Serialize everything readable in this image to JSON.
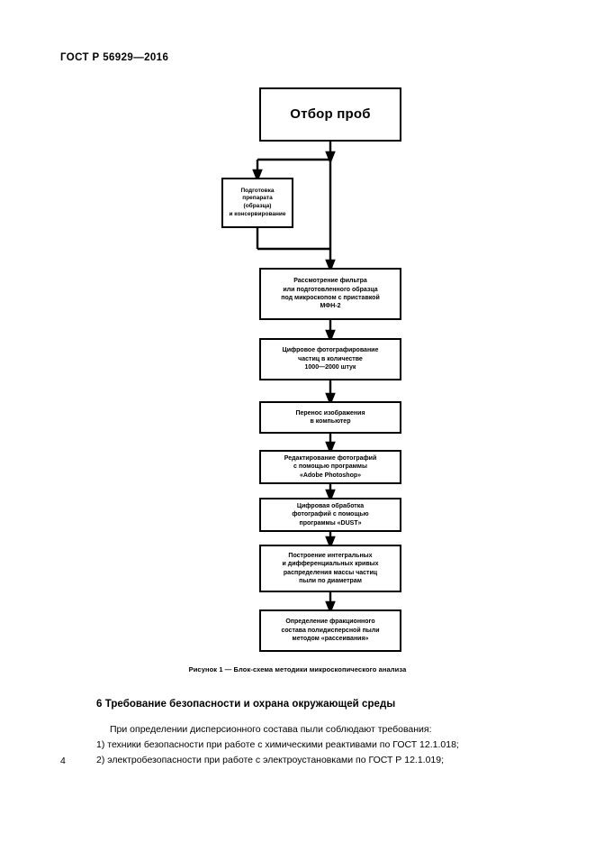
{
  "document": {
    "header": "ГОСТ Р 56929—2016",
    "page_number": "4"
  },
  "figure": {
    "caption": "Рисунок 1 — Блок-схема методики микроскопического анализа",
    "nodes": [
      {
        "id": "sampling",
        "text": "Отбор проб"
      },
      {
        "id": "prep",
        "text": "Подготовка\nпрепарата\n(образца)\nи консервирование"
      },
      {
        "id": "microscope",
        "text": "Рассмотрение фильтра\nили подготовленного образца\nпод микроскопом с приставкой\nМФН-2"
      },
      {
        "id": "photo",
        "text": "Цифровое фотографирование\nчастиц в количестве\n1000—2000 штук"
      },
      {
        "id": "transfer",
        "text": "Перенос изображения\nв компьютер"
      },
      {
        "id": "photoshop",
        "text": "Редактирование фотографий\nс помощью программы\n«Adobe Photoshop»"
      },
      {
        "id": "dust",
        "text": "Цифровая обработка\nфотографий с помощью\nпрограммы «DUST»"
      },
      {
        "id": "curves",
        "text": "Построение интегральных\nи дифференциальных кривых\nраспределения массы частиц\nпыли по диаметрам"
      },
      {
        "id": "fraction",
        "text": "Определение фракционного\nсостава полидисперсной пыли\nметодом «рассеивания»"
      }
    ]
  },
  "section": {
    "heading": "6 Требование безопасности и охрана окружающей среды",
    "lines": [
      "При определении дисперсионного состава пыли соблюдают требования:",
      "1) техники безопасности при работе с химическими реактивами по ГОСТ 12.1.018;",
      "2) электробезопасности при работе с электроустановками по ГОСТ Р 12.1.019;"
    ]
  },
  "colors": {
    "ink": "#000000",
    "paper": "#ffffff"
  }
}
